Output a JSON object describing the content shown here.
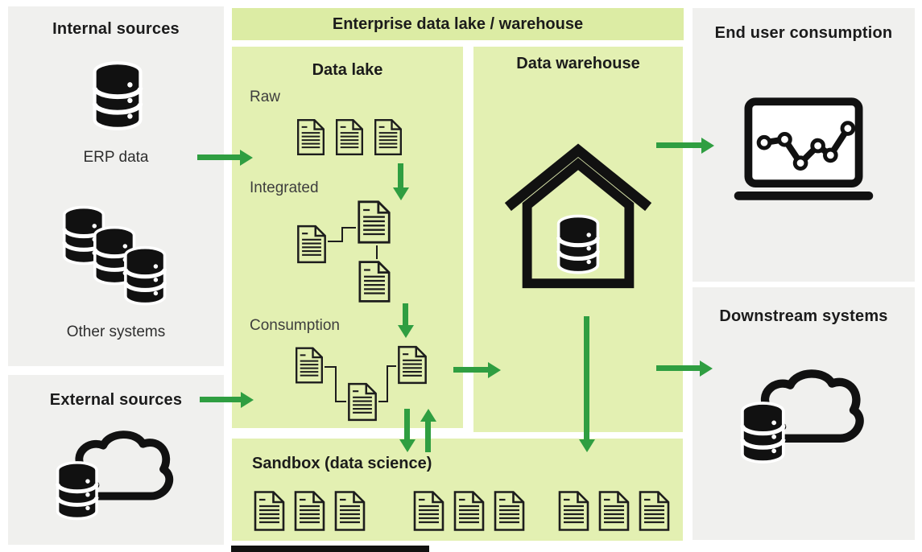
{
  "palette": {
    "background": "#ffffff",
    "box_gray": "#f0f0ee",
    "panel_green": "#e3f0b2",
    "banner_green": "#dceca4",
    "arrow_green": "#2f9e41",
    "ink": "#151515"
  },
  "banner": {
    "title": "Enterprise data lake / warehouse"
  },
  "sources": {
    "internal": {
      "title": "Internal sources",
      "items": [
        {
          "icon": "database-icon",
          "label": "ERP data"
        },
        {
          "icon": "stacked-databases-icon",
          "label": "Other systems"
        }
      ]
    },
    "external": {
      "title": "External sources",
      "icon": "cloud-database-icon"
    }
  },
  "data_lake": {
    "title": "Data lake",
    "zones": [
      {
        "label": "Raw",
        "documents": 3
      },
      {
        "label": "Integrated",
        "documents": 3
      },
      {
        "label": "Consumption",
        "documents": 3
      }
    ]
  },
  "data_warehouse": {
    "title": "Data warehouse",
    "icon": "warehouse-house-icon"
  },
  "sandbox": {
    "title": "Sandbox (data science)",
    "document_groups": [
      3,
      3,
      3
    ]
  },
  "consumers": {
    "end_user": {
      "title": "End user consumption",
      "icon": "laptop-chart-icon"
    },
    "downstream": {
      "title": "Downstream systems",
      "icon": "cloud-database-icon"
    }
  },
  "flows": [
    {
      "from": "ERP data",
      "to": "Data lake (Raw)"
    },
    {
      "from": "External sources",
      "to": "Data lake (Consumption)"
    },
    {
      "from": "Raw",
      "to": "Integrated"
    },
    {
      "from": "Integrated",
      "to": "Consumption"
    },
    {
      "from": "Data lake",
      "to": "Data warehouse"
    },
    {
      "from": "Data lake (Consumption)",
      "to": "Sandbox (data science)",
      "bidirectional": true
    },
    {
      "from": "Data warehouse",
      "to": "End user consumption"
    },
    {
      "from": "Data warehouse",
      "to": "Sandbox (data science)"
    },
    {
      "from": "Data warehouse",
      "to": "Downstream systems"
    }
  ]
}
